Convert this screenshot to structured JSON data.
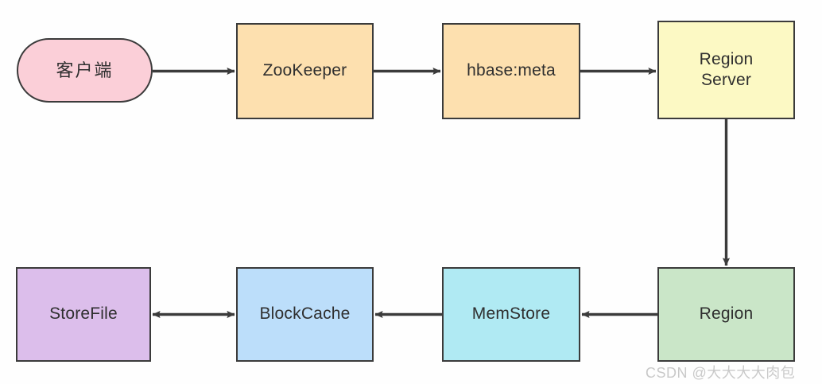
{
  "diagram": {
    "title": "HBase read path flow diagram",
    "background_color": "#fefefe",
    "edge_color": "#3b3b3b",
    "node_border_color": "#3b3b3b",
    "node_text_color": "#2f2f2f",
    "nodes": [
      {
        "id": "client",
        "label": "客户端",
        "shape": "stadium",
        "fill": "#fbcfd8",
        "row": "top"
      },
      {
        "id": "zookeeper",
        "label": "ZooKeeper",
        "shape": "rect",
        "fill": "#fde0af",
        "row": "top"
      },
      {
        "id": "hbase_meta",
        "label": "hbase:meta",
        "shape": "rect",
        "fill": "#fde0af",
        "row": "top"
      },
      {
        "id": "region_server",
        "label": "Region\nServer",
        "shape": "rect",
        "fill": "#fcf9c4",
        "row": "top"
      },
      {
        "id": "storefile",
        "label": "StoreFile",
        "shape": "rect",
        "fill": "#dcbeeb",
        "row": "bottom"
      },
      {
        "id": "blockcache",
        "label": "BlockCache",
        "shape": "rect",
        "fill": "#bcdefa",
        "row": "bottom"
      },
      {
        "id": "memstore",
        "label": "MemStore",
        "shape": "rect",
        "fill": "#b0eaf3",
        "row": "bottom"
      },
      {
        "id": "region",
        "label": "Region",
        "shape": "rect",
        "fill": "#cae6c8",
        "row": "bottom"
      }
    ],
    "edges": [
      {
        "from": "client",
        "to": "zookeeper",
        "direction": "forward",
        "orientation": "horizontal"
      },
      {
        "from": "zookeeper",
        "to": "hbase_meta",
        "direction": "forward",
        "orientation": "horizontal"
      },
      {
        "from": "hbase_meta",
        "to": "region_server",
        "direction": "forward",
        "orientation": "horizontal"
      },
      {
        "from": "region_server",
        "to": "region",
        "direction": "forward",
        "orientation": "vertical"
      },
      {
        "from": "region",
        "to": "memstore",
        "direction": "forward",
        "orientation": "horizontal"
      },
      {
        "from": "memstore",
        "to": "blockcache",
        "direction": "forward",
        "orientation": "horizontal"
      },
      {
        "from": "blockcache",
        "to": "storefile",
        "direction": "bidirectional",
        "orientation": "horizontal"
      }
    ]
  },
  "watermark": {
    "text": "CSDN @大大大大肉包",
    "color": "#c9c9c9"
  }
}
